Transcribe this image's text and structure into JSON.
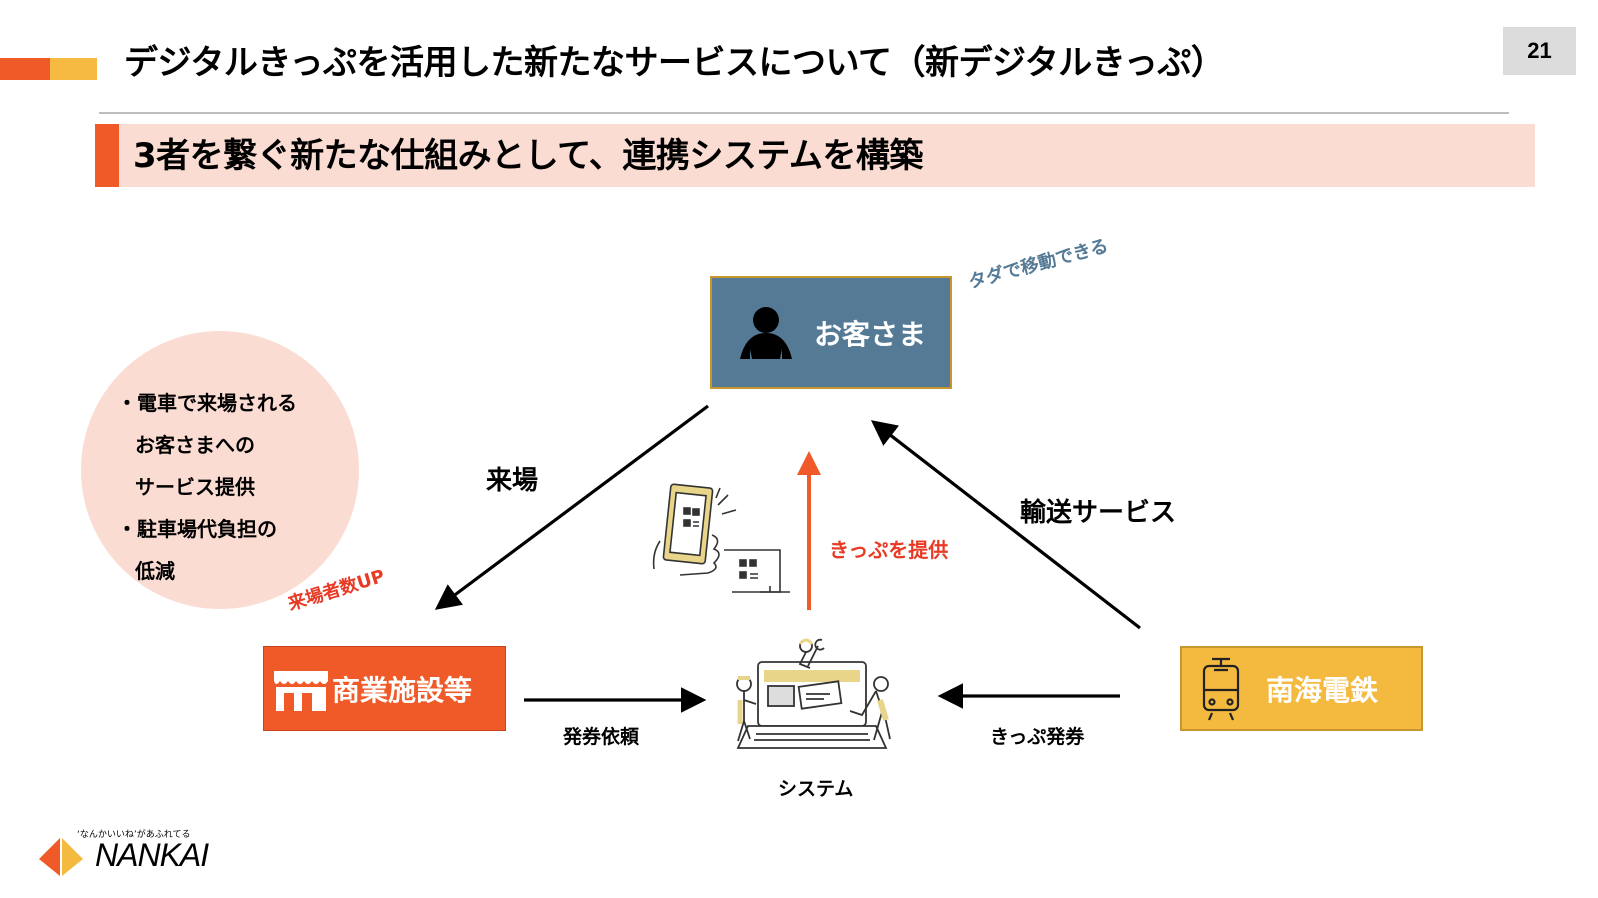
{
  "header": {
    "title": "デジタルきっぷを活用した新たなサービスについて（新デジタルきっぷ）",
    "page_number": "21",
    "accent_colors": [
      "#ef5a28",
      "#f6b942"
    ]
  },
  "subheading": {
    "text": "3者を繋ぐ新たな仕組みとして、連携システムを構築"
  },
  "nodes": {
    "customer": {
      "label": "お客さま",
      "icon": "person-icon",
      "color": "#557a96"
    },
    "commercial": {
      "label": "商業施設等",
      "icon": "storefront-icon",
      "color": "#ef5a28"
    },
    "nankai": {
      "label": "南海電鉄",
      "icon": "train-icon",
      "color": "#f4b93f"
    },
    "system": {
      "label": "システム",
      "icon": "system-maintenance-illustration"
    }
  },
  "benefits": {
    "items": [
      {
        "lines": [
          "・電車で来場される",
          "お客さまへの",
          "サービス提供"
        ]
      },
      {
        "lines": [
          "・駐車場代負担の",
          "低減"
        ]
      }
    ]
  },
  "edges": {
    "visit": {
      "label": "来場",
      "from": "customer",
      "to": "commercial"
    },
    "transport": {
      "label": "輸送サービス",
      "from": "nankai",
      "to": "customer"
    },
    "provide_ticket": {
      "label": "きっぷを提供",
      "from": "system",
      "to": "customer",
      "color": "#e83a24"
    },
    "issue_request": {
      "label": "発券依頼",
      "from": "commercial",
      "to": "system"
    },
    "ticket_issue": {
      "label": "きっぷ発券",
      "from": "nankai",
      "to": "system"
    }
  },
  "annotations": {
    "free_travel": "タダで移動できる",
    "visitors_up": "来場者数UP"
  },
  "footer": {
    "tagline": "‘なんかいいね’があふれてる",
    "brand": "NANKAI"
  }
}
